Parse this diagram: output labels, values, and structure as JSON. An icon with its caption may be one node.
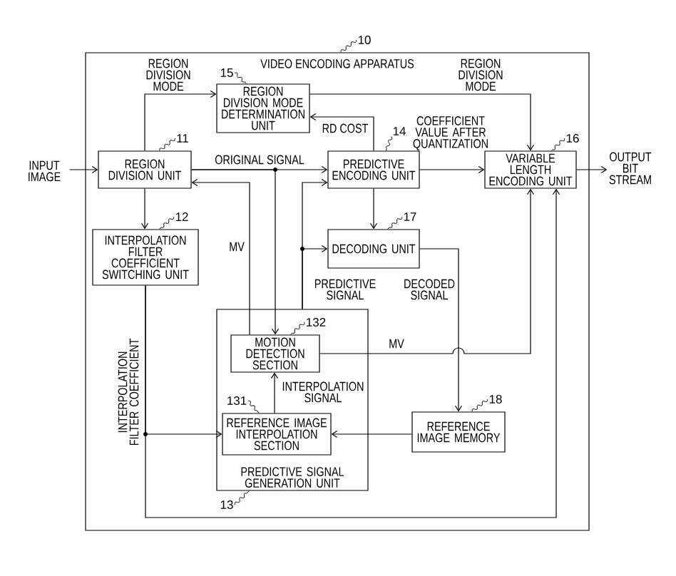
{
  "diagram": {
    "nodes": [
      {
        "text": [
          "VIDEO ENCODING APPARATUS"
        ]
      },
      {
        "text": [
          "REGION DIVISION MODE DETERMINATION UNIT"
        ],
        "in": 0
      },
      {
        "text": [
          "INPUT IMAGE"
        ]
      },
      {
        "text": [
          "REGION DIVISION UNIT"
        ],
        "in": 0
      },
      {
        "text": [
          "PREDICTIVE ENCODING UNIT"
        ],
        "in": 0
      },
      {
        "text": [
          "VARIABLE LENGTH ENCODING UNIT"
        ],
        "in": 0
      },
      {
        "text": [
          "OUTPUT BIT STREAM"
        ]
      },
      {
        "text": [
          "INTERPOLATION FILTER COEFFICIENT SWITCHING UNIT"
        ],
        "in": 0
      },
      {
        "text": [
          "DECODING UNIT"
        ],
        "in": 0
      },
      {
        "text": [
          "PREDICTIVE SIGNAL GENERATION UNIT"
        ],
        "in": 0
      },
      {
        "text": [
          "MOTION DETECTION SECTION"
        ],
        "in": 9
      },
      {
        "text": [
          "REFERENCE IMAGE INTERPOLATION SECTION"
        ],
        "in": 9
      },
      {
        "text": [
          "REFERENCE IMAGE MEMORY"
        ],
        "in": 0
      },
      {
        "text": [
          "10"
        ]
      },
      {
        "text": [
          "15"
        ],
        "in": 0
      },
      {
        "text": [
          "11"
        ],
        "in": 0
      },
      {
        "text": [
          "14"
        ],
        "in": 0
      },
      {
        "text": [
          "16"
        ],
        "in": 0
      },
      {
        "text": [
          "12"
        ],
        "in": 0
      },
      {
        "text": [
          "17"
        ],
        "in": 0
      },
      {
        "text": [
          "13"
        ],
        "in": 0
      },
      {
        "text": [
          "132"
        ],
        "in": 9
      },
      {
        "text": [
          "131"
        ],
        "in": 9
      },
      {
        "text": [
          "18"
        ],
        "in": 0
      }
    ],
    "edges": [
      {
        "from": 2,
        "to": 3,
        "arrow": "to"
      },
      {
        "from": 3,
        "to": 1,
        "arrow": "to",
        "label": "REGION DIVISION MODE"
      },
      {
        "from": 1,
        "to": 5,
        "arrow": "to",
        "label": "REGION DIVISION MODE"
      },
      {
        "from": 4,
        "to": 1,
        "arrow": "to",
        "label": "RD COST"
      },
      {
        "from": 3,
        "to": 4,
        "arrow": "to",
        "label": "ORIGINAL SIGNAL"
      },
      {
        "from": 3,
        "to": 10,
        "arrow": "to"
      },
      {
        "from": 4,
        "to": 5,
        "arrow": "to",
        "label": "COEFFICIENT VALUE AFTER QUANTIZATION"
      },
      {
        "from": 5,
        "to": 6,
        "arrow": "to"
      },
      {
        "from": 4,
        "to": 8,
        "arrow": "to"
      },
      {
        "from": 3,
        "to": 7,
        "arrow": "to"
      },
      {
        "from": 7,
        "to": 11,
        "arrow": "to",
        "label": "INTERPOLATION FILTER COEFFICIENT"
      },
      {
        "from": 7,
        "to": 5,
        "arrow": "to"
      },
      {
        "from": 10,
        "to": 3,
        "arrow": "to",
        "label": "MV"
      },
      {
        "from": 10,
        "to": 5,
        "arrow": "to",
        "label": "MV"
      },
      {
        "from": 9,
        "to": 4,
        "arrow": "to",
        "label": "PREDICTIVE SIGNAL"
      },
      {
        "from": 9,
        "to": 8,
        "arrow": "to"
      },
      {
        "from": 8,
        "to": 12,
        "arrow": "to",
        "label": "DECODED SIGNAL"
      },
      {
        "from": 12,
        "to": 11,
        "arrow": "to"
      },
      {
        "from": 11,
        "to": 10,
        "arrow": "to",
        "label": "INTERPOLATION SIGNAL"
      },
      {
        "from": 13,
        "to": 0,
        "arrow": "none"
      },
      {
        "from": 14,
        "to": 1,
        "arrow": "none"
      },
      {
        "from": 15,
        "to": 3,
        "arrow": "none"
      },
      {
        "from": 16,
        "to": 4,
        "arrow": "none"
      },
      {
        "from": 17,
        "to": 5,
        "arrow": "none"
      },
      {
        "from": 18,
        "to": 7,
        "arrow": "none"
      },
      {
        "from": 19,
        "to": 8,
        "arrow": "none"
      },
      {
        "from": 20,
        "to": 9,
        "arrow": "none"
      },
      {
        "from": 21,
        "to": 10,
        "arrow": "none"
      },
      {
        "from": 22,
        "to": 11,
        "arrow": "none"
      },
      {
        "from": 23,
        "to": 12,
        "arrow": "none"
      }
    ]
  }
}
